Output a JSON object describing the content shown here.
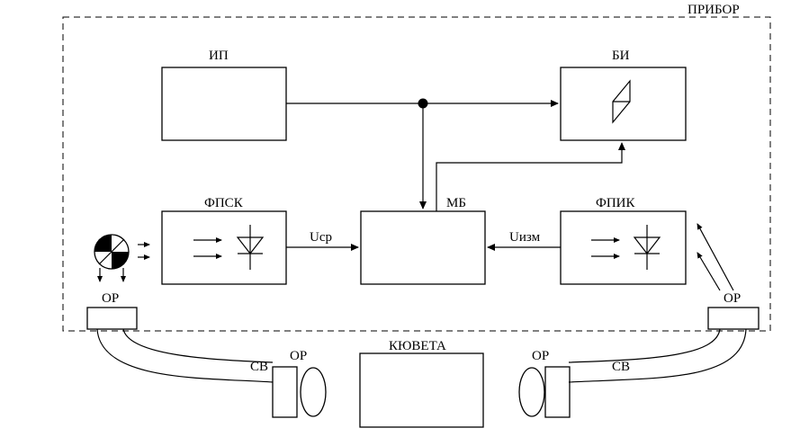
{
  "labels": {
    "device": "ПРИБОР",
    "power_supply": "ИП",
    "display_unit": "БИ",
    "ref_photodetector": "ФПСК",
    "meas_photodetector": "ФПИК",
    "micro_block": "МБ",
    "u_ref": "Ucp",
    "u_meas": "Uизм",
    "cuvette": "КЮВЕТА",
    "connector_left": "ОР",
    "connector_right": "ОР",
    "fiber_left": "СВ",
    "fiber_right": "СВ",
    "lens_left": "ОР",
    "lens_right": "ОР"
  }
}
